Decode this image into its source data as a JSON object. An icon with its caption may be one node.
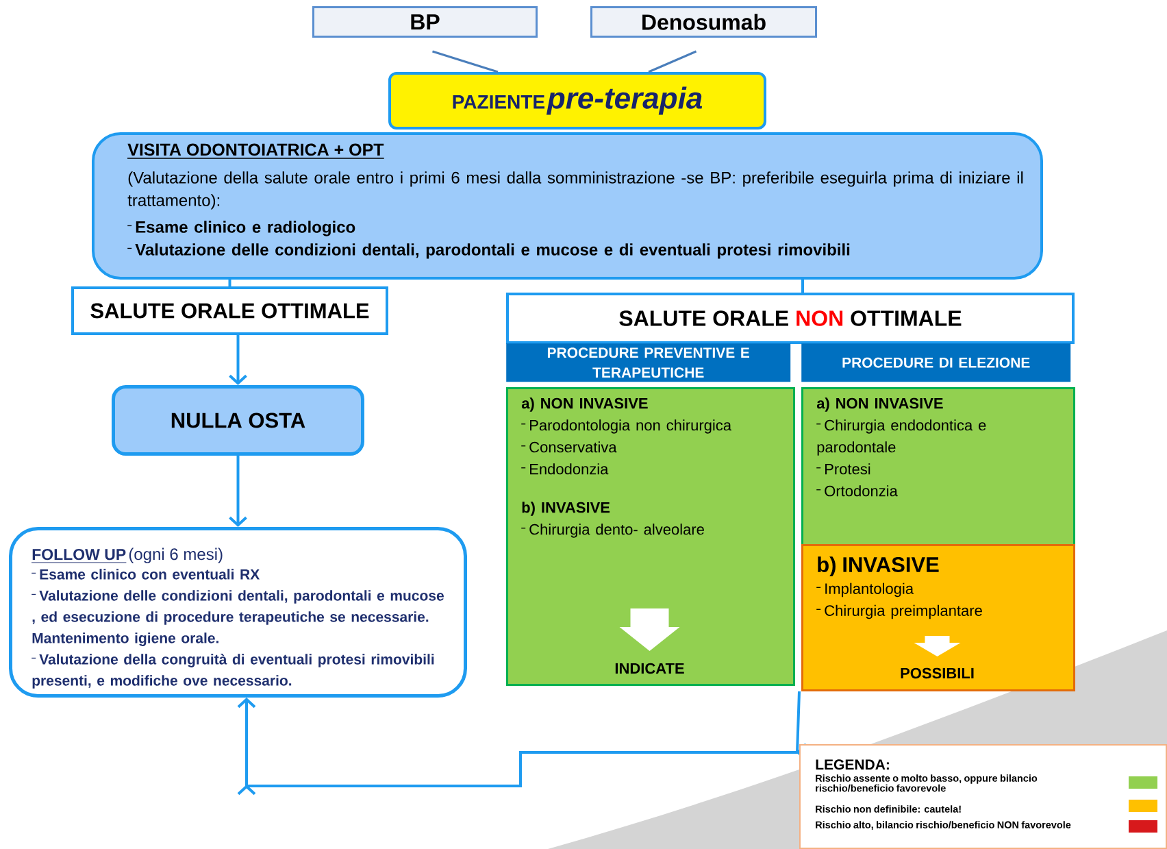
{
  "diagram": {
    "nodes": [
      {
        "text": [
          "BP"
        ]
      },
      {
        "text": [
          "Denosumab"
        ]
      },
      {
        "text": [
          "PAZIENTE",
          "pre-terapia"
        ]
      },
      {
        "text": [
          "VISITA ODONTOIATRICA + OPT",
          "(Valutazione della salute orale entro i primi 6 mesi dalla somministrazione -se BP: preferibile eseguirla prima di iniziare il trattamento):",
          "Esame clinico e radiologico",
          "Valutazione delle condizioni dentali, parodontali e mucose e di eventuali protesi rimovibili"
        ]
      },
      {
        "text": [
          "SALUTE ORALE OTTIMALE"
        ]
      },
      {
        "text": [
          "SALUTE ORALE",
          "NON",
          "OTTIMALE"
        ]
      },
      {
        "text": [
          "PROCEDURE PREVENTIVE E TERAPEUTICHE"
        ]
      },
      {
        "text": [
          "PROCEDURE DI ELEZIONE"
        ]
      },
      {
        "text": [
          "a) NON INVASIVE",
          "Parodontologia non chirurgica",
          "Conservativa",
          "Endodonzia",
          "b) INVASIVE",
          "Chirurgia dento- alveolare",
          "INDICATE"
        ]
      },
      {
        "text": [
          "a) NON INVASIVE",
          "Chirurgia endodontica e parodontale",
          "Protesi",
          "Ortodonzia"
        ]
      },
      {
        "text": [
          "b) INVASIVE",
          "Implantologia",
          "Chirurgia preimplantare",
          "POSSIBILI"
        ]
      },
      {
        "text": [
          "NULLA OSTA"
        ]
      },
      {
        "text": [
          "FOLLOW UP",
          "(ogni 6 mesi)",
          "Esame clinico con eventuali RX",
          "Valutazione delle condizioni dentali, parodontali e mucose , ed esecuzione di procedure terapeutiche se necessarie. Mantenimento igiene orale.",
          "Valutazione della congruità di eventuali protesi rimovibili presenti, e modifiche ove necessario."
        ]
      }
    ],
    "edges": [
      {
        "from": 0,
        "to": 2,
        "arrow": "none",
        "color": "#4a7ebb"
      },
      {
        "from": 1,
        "to": 2,
        "arrow": "none",
        "color": "#4a7ebb"
      },
      {
        "from": 3,
        "to": 4,
        "arrow": "none"
      },
      {
        "from": 3,
        "to": 5,
        "arrow": "none"
      },
      {
        "from": 4,
        "to": 11,
        "arrow": "to"
      },
      {
        "from": 11,
        "to": 12,
        "arrow": "to"
      },
      {
        "from": 8,
        "to": 12,
        "arrow": "to"
      }
    ],
    "labels": [
      "LEGENDA:"
    ],
    "legend": [
      {
        "text": "Rischio assente o molto basso, oppure bilancio rischio/beneficio favorevole",
        "color": "#92d050"
      },
      {
        "text": "Rischio non definibile: cautela!",
        "color": "#ffc000"
      },
      {
        "text": "Rischio alto, bilancio rischio/beneficio NON favorevole",
        "color": "#d7191c"
      }
    ]
  }
}
